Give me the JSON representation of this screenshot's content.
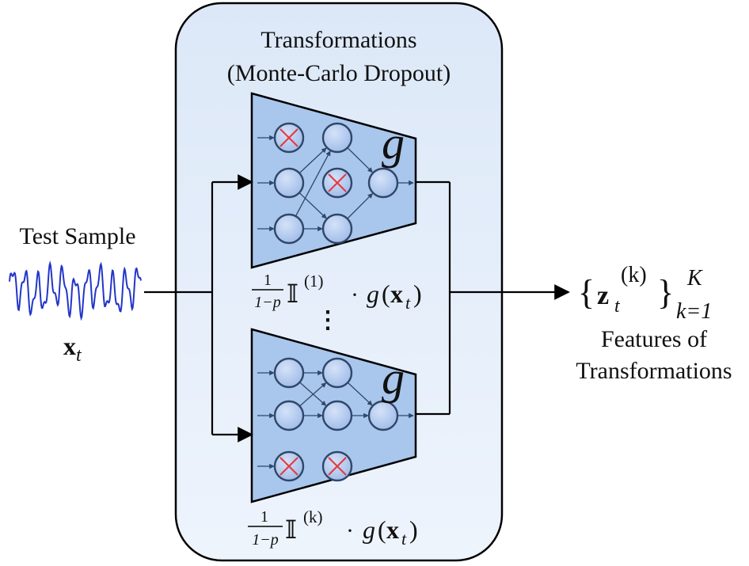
{
  "container": {
    "title_line1": "Transformations",
    "title_line2": "(Monte-Carlo Dropout)"
  },
  "input": {
    "label": "Test Sample",
    "var_bold": "x",
    "var_sub": "t"
  },
  "networks": [
    {
      "func": "g",
      "mask_sup": "(1)",
      "dropped": [
        "a1",
        "b2"
      ]
    },
    {
      "func": "g",
      "mask_sup": "(k)",
      "dropped": [
        "a3",
        "b3"
      ]
    }
  ],
  "formula": {
    "frac_num": "1",
    "frac_den": "1−p",
    "indicator": "𝕀",
    "dot": "·",
    "g": "g",
    "open": "(",
    "x": "x",
    "x_sub": "t",
    "close": ")"
  },
  "vdots": "⋮",
  "output": {
    "brace_open": "{",
    "brace_close": "}",
    "z": "z",
    "z_sub": "t",
    "z_sup": "(k)",
    "upper": "K",
    "lower": "k=1",
    "label_line1": "Features of",
    "label_line2": "Transformations"
  },
  "colors": {
    "container_fill": "#e4eefa",
    "trapezoid_fill": "#a9c6ec",
    "node_fill": "#b7cdf1",
    "node_stroke": "#2f4768",
    "drop_cross": "#e8383c",
    "signal": "#2236c8",
    "edge": "#2f4768"
  }
}
